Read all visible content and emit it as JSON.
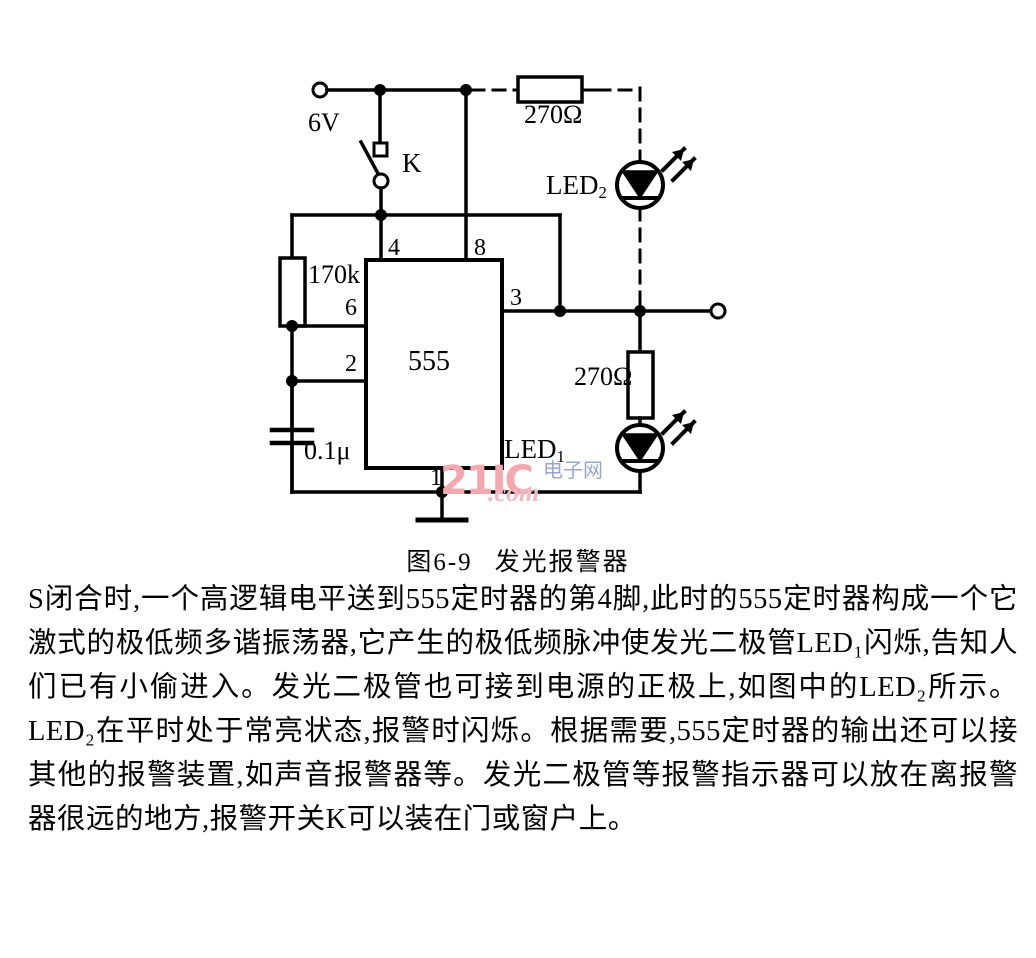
{
  "figure": {
    "caption_number": "图6-9",
    "caption_title": "发光报警器",
    "supply_label": "6V",
    "switch_label": "K",
    "ic_label": "555",
    "pin_4": "4",
    "pin_8": "8",
    "pin_3": "3",
    "pin_6": "6",
    "pin_2": "2",
    "pin_1": "1",
    "resistor_timing": "170k",
    "capacitor_timing": "0.1μ",
    "resistor_led2": "270Ω",
    "resistor_led1": "270Ω",
    "led2_label": "LED",
    "led2_sub": "2",
    "led1_label": "LED",
    "led1_sub": "1",
    "wire_color": "#000000",
    "background": "#ffffff"
  },
  "watermark": {
    "brand": "21IC",
    "domain": ".com",
    "chinese": "电子网",
    "brand_color": "#f4a7ad",
    "chinese_color": "#9aa6cf"
  },
  "body": {
    "paragraph": "S闭合时,一个高逻辑电平送到555定时器的第4脚,此时的555定时器构成一个它激式的极低频多谐振荡器,它产生的极低频脉冲使发光二极管LED₁闪烁,告知人们已有小偷进入。发光二极管也可接到电源的正极上,如图中的LED₂所示。LED₂在平时处于常亮状态,报警时闪烁。根据需要,555定时器的输出还可以接其他的报警装置,如声音报警器等。发光二极管等报警指示器可以放在离报警器很远的地方,报警开关K可以装在门或窗户上。"
  }
}
